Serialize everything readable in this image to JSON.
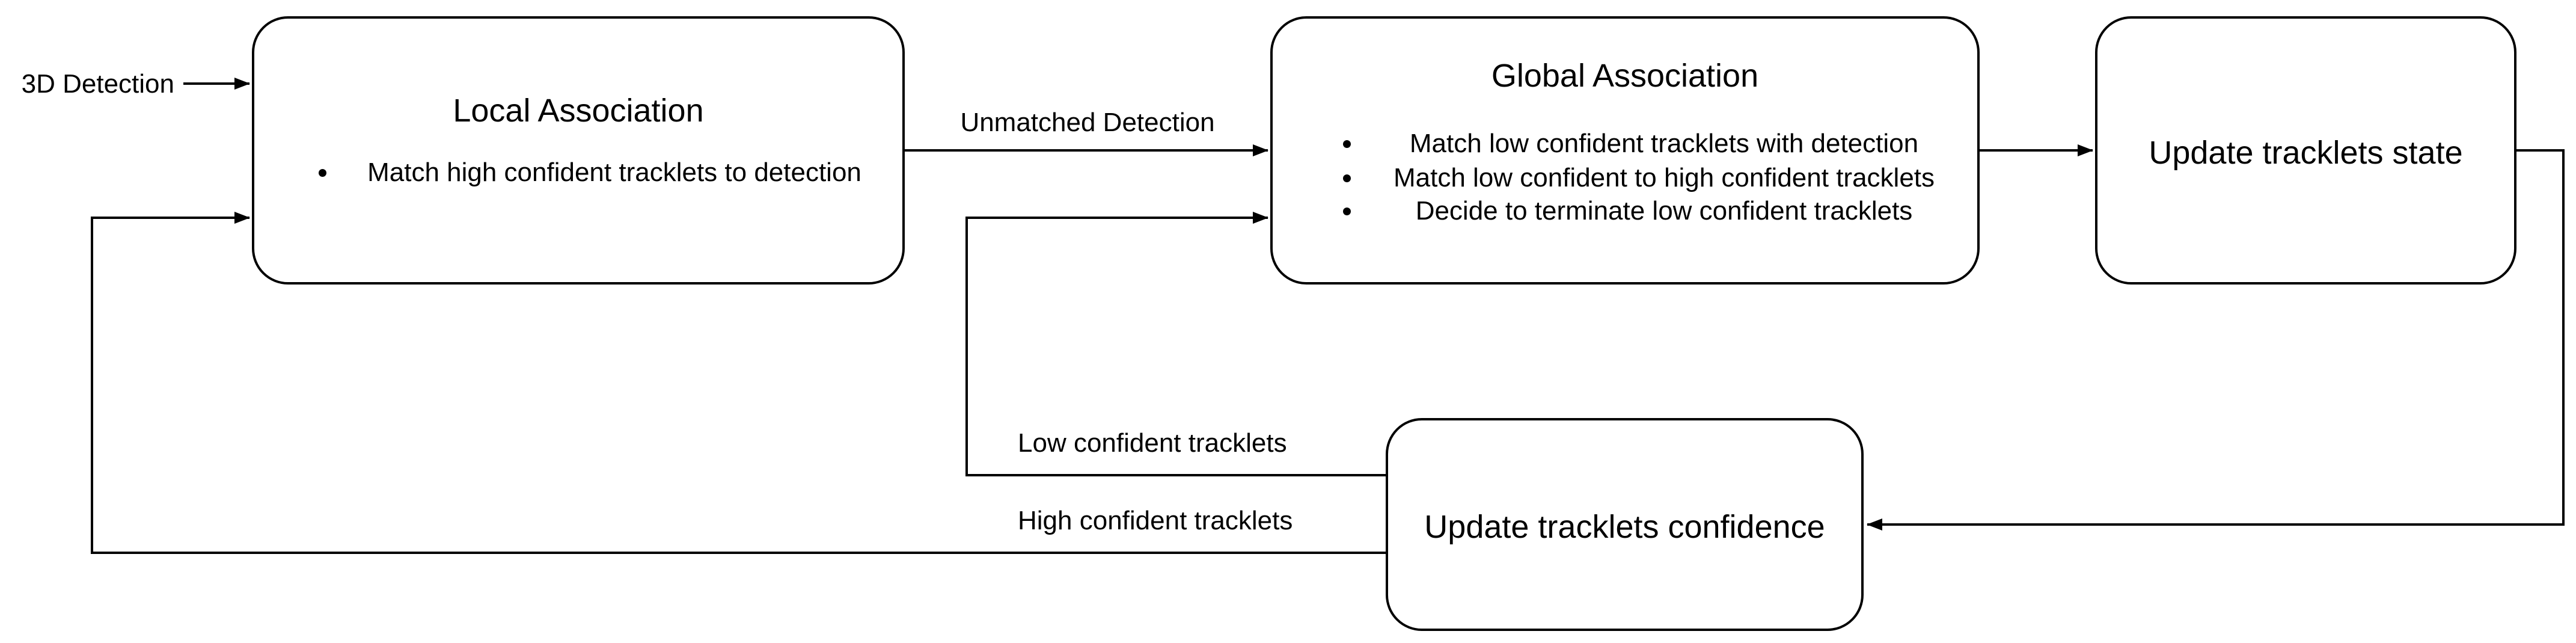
{
  "diagram": {
    "colors": {
      "stroke": "#000000",
      "fill": "#ffffff",
      "text": "#000000"
    },
    "bullet_char": "•"
  },
  "nodes": {
    "local": {
      "title": "Local Association",
      "bullets": [
        "Match high confident tracklets to detection"
      ]
    },
    "global": {
      "title": "Global Association",
      "bullets": [
        "Match low confident tracklets with detection",
        "Match low confident to high confident tracklets",
        "Decide to terminate low confident tracklets"
      ]
    },
    "state": {
      "title": "Update tracklets state"
    },
    "confidence": {
      "title": "Update tracklets confidence"
    }
  },
  "labels": {
    "input": "3D Detection",
    "unmatched": "Unmatched Detection",
    "low": "Low confident tracklets",
    "high": "High confident tracklets"
  }
}
